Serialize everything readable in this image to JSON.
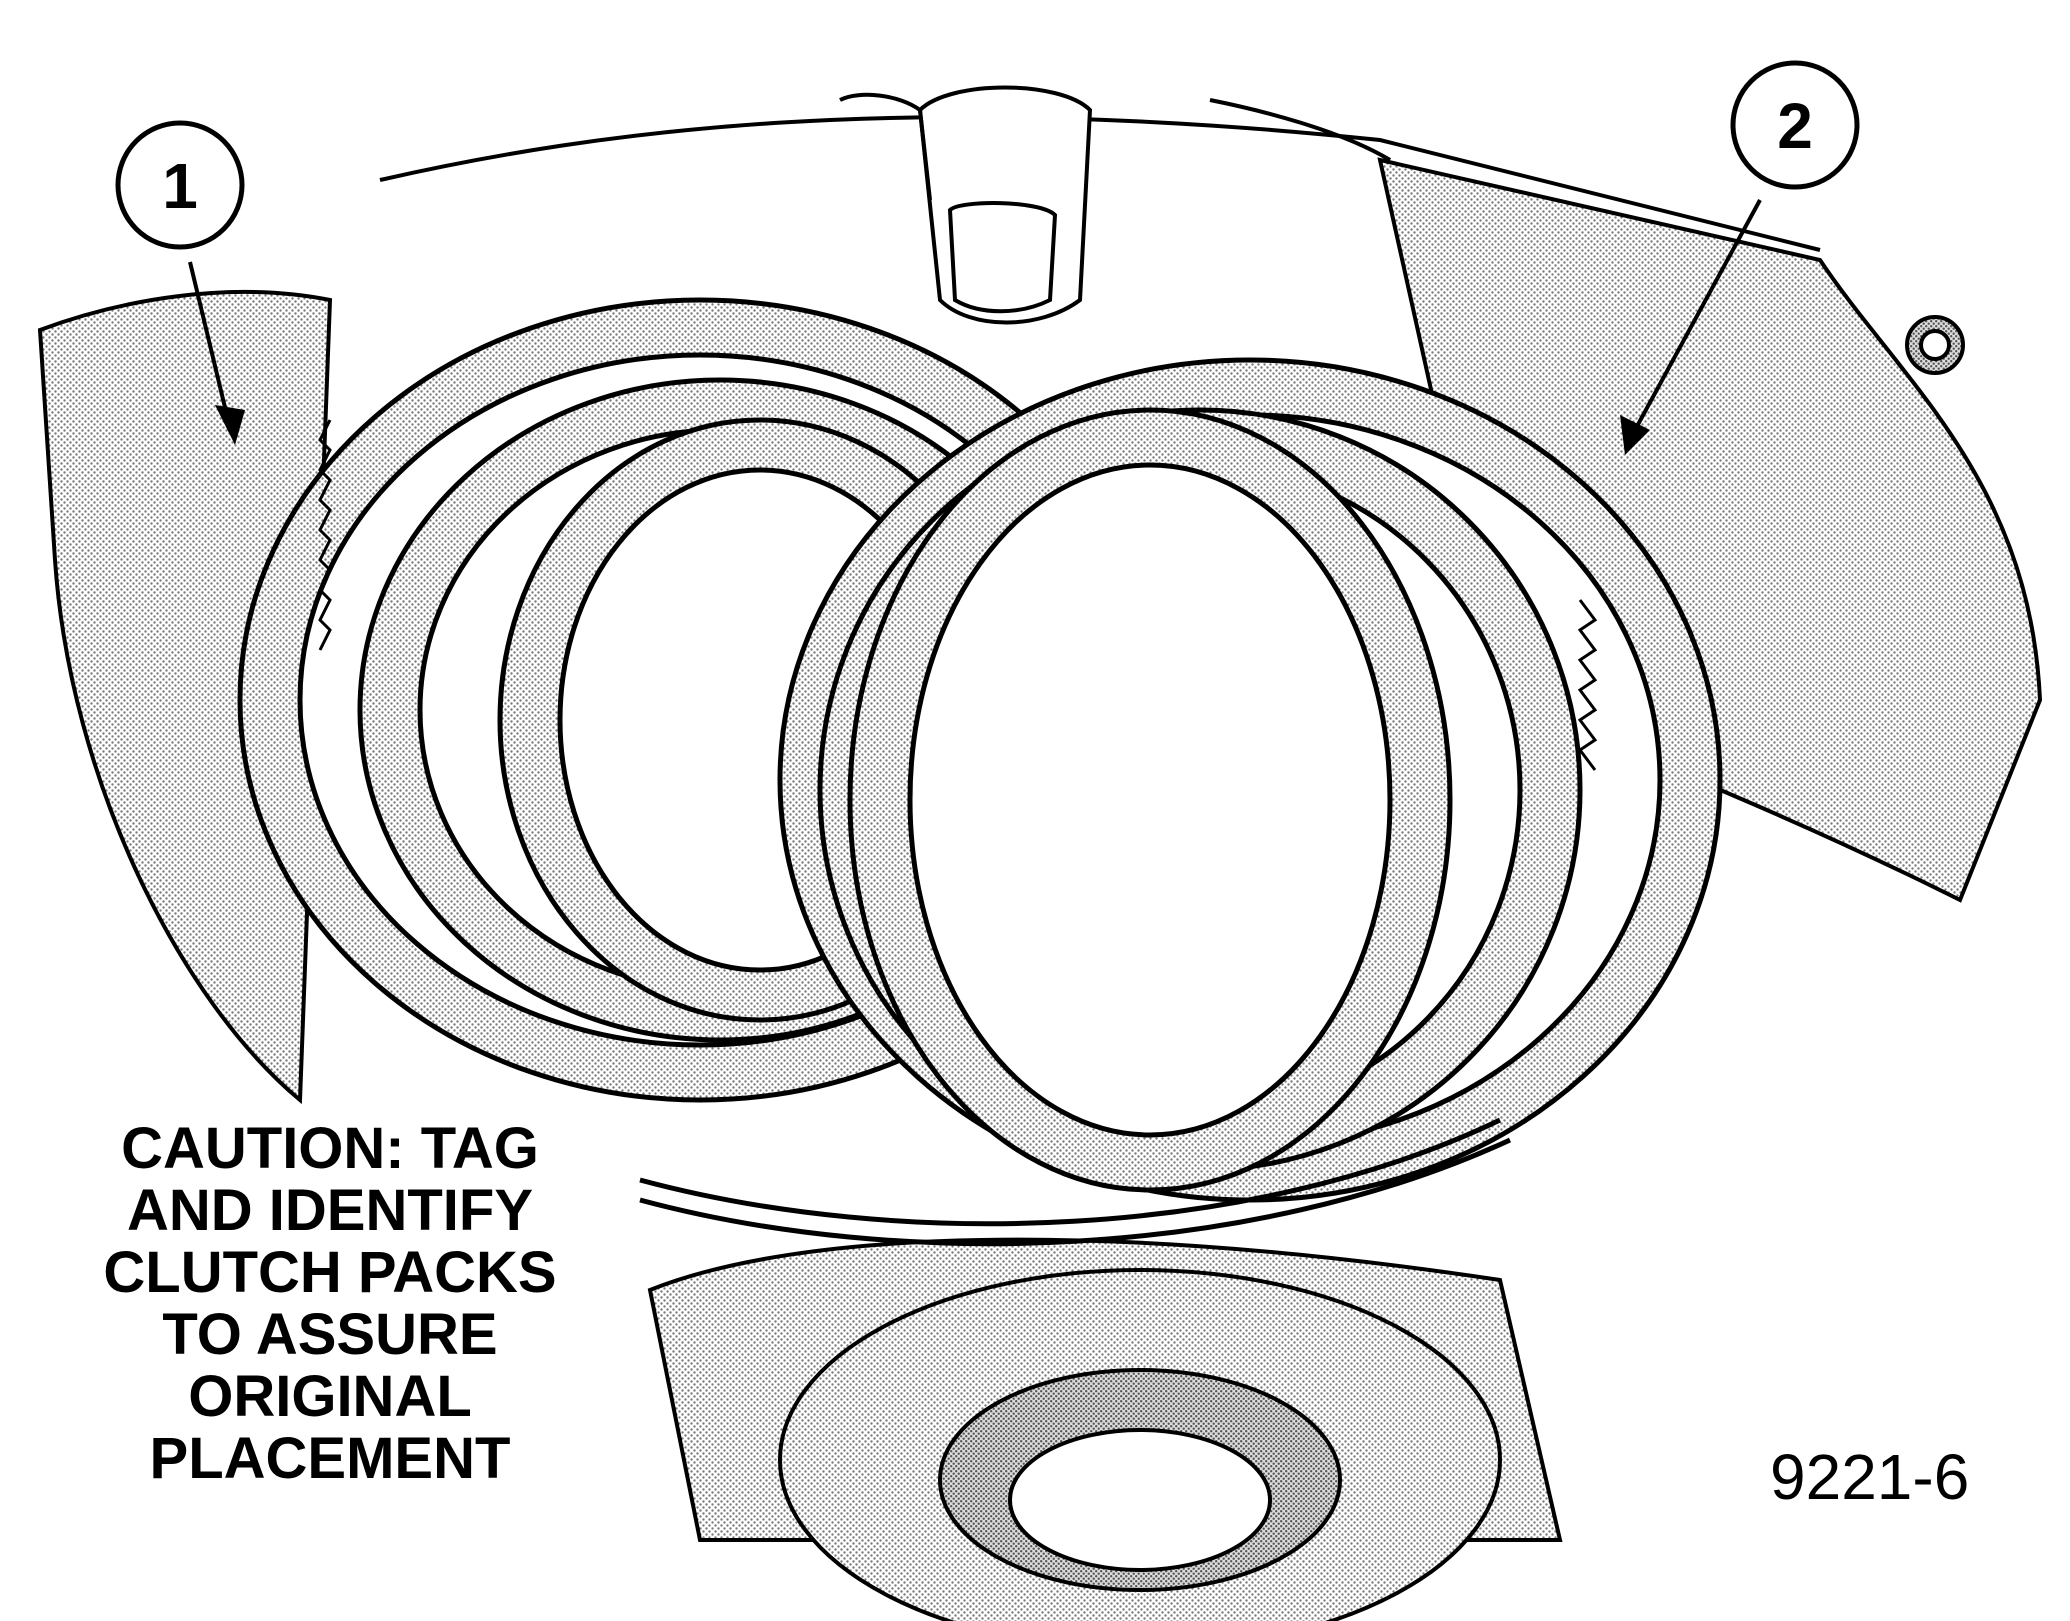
{
  "figure": {
    "callouts": [
      {
        "label": "1"
      },
      {
        "label": "2"
      }
    ],
    "caption_lines": [
      "CAUTION: TAG",
      "AND IDENTIFY",
      "CLUTCH PACKS",
      "TO ASSURE",
      "ORIGINAL",
      "PLACEMENT"
    ],
    "figure_id": "9221-6",
    "colors": {
      "ink": "#000000",
      "paper": "#ffffff",
      "shade": "#bdbdbd"
    }
  }
}
